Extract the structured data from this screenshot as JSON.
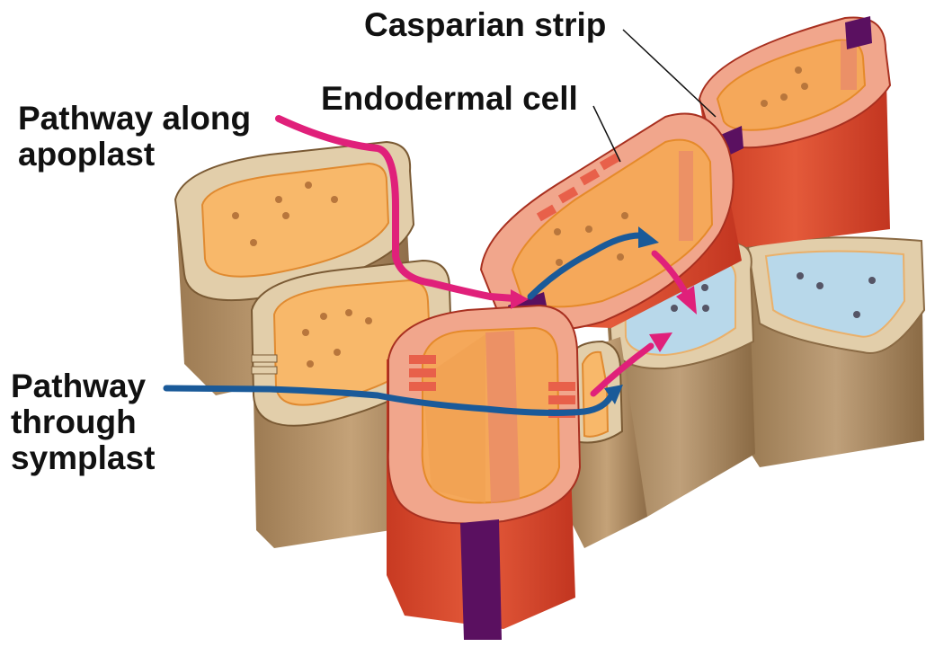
{
  "labels": {
    "casparian_strip": "Casparian strip",
    "endodermal_cell": "Endodermal cell",
    "apoplast_line1": "Pathway along",
    "apoplast_line2": "apoplast",
    "symplast_line1": "Pathway",
    "symplast_line2": "through",
    "symplast_line3": "symplast"
  },
  "colors": {
    "endodermis_outer": "#dd5436",
    "endodermis_wall": "#f1a68c",
    "endodermis_inner": "#f5a85a",
    "cortex_outer": "#b08f66",
    "cortex_wall": "#e2ceaa",
    "cortex_inner": "#f8b86a",
    "stele_inner": "#b8d8ea",
    "casparian_strip": "#5a1060",
    "apoplast_arrow": "#e0207a",
    "symplast_arrow": "#1a5a99",
    "plasmodesmata": "#e8604a"
  }
}
